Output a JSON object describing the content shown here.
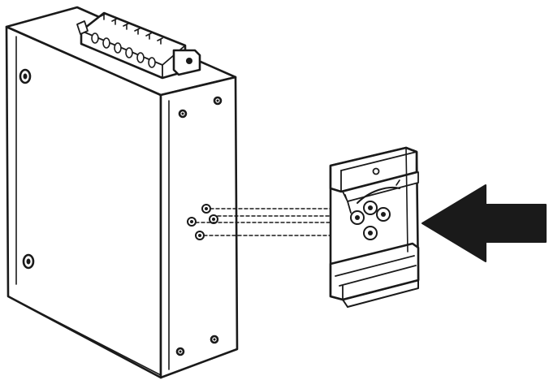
{
  "diagram": {
    "description_visible_text": "",
    "ink_color": "#1a1a1a",
    "paper_color": "#ffffff",
    "arrow_direction": "left",
    "dashed_guides": 4,
    "device_top_terminal_pins": 6,
    "rail_clip_screws": 4
  }
}
